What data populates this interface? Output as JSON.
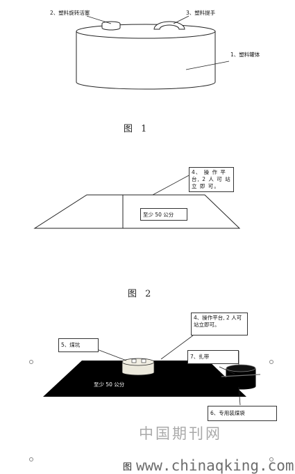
{
  "figure1": {
    "caption": "图 1",
    "labels": {
      "rotating_lid": "2、塑料旋转活塞",
      "handle": "3、塑料提手",
      "tank_body": "1、塑料罐体"
    }
  },
  "figure2": {
    "caption": "图 2",
    "platform_note": "4、 操 作 平 台, 2 人 可 站 立 即 可。",
    "height_note": "至少 50 公分"
  },
  "figure3": {
    "caption_prefix": "图",
    "platform_note": "4、操作平台, 2 人可站立即可。",
    "coal_pit": "5、煤坑",
    "strap": "7、扎带",
    "coal_bag": "6、专用装煤袋",
    "height_note": "至少 50 公分"
  },
  "watermark": {
    "journal": "中国期刊网",
    "url": "www.chinaqking.com"
  },
  "colors": {
    "ink": "#111111",
    "watermark_light": "#a9a9a9",
    "watermark_dark": "#6d6d6d"
  }
}
